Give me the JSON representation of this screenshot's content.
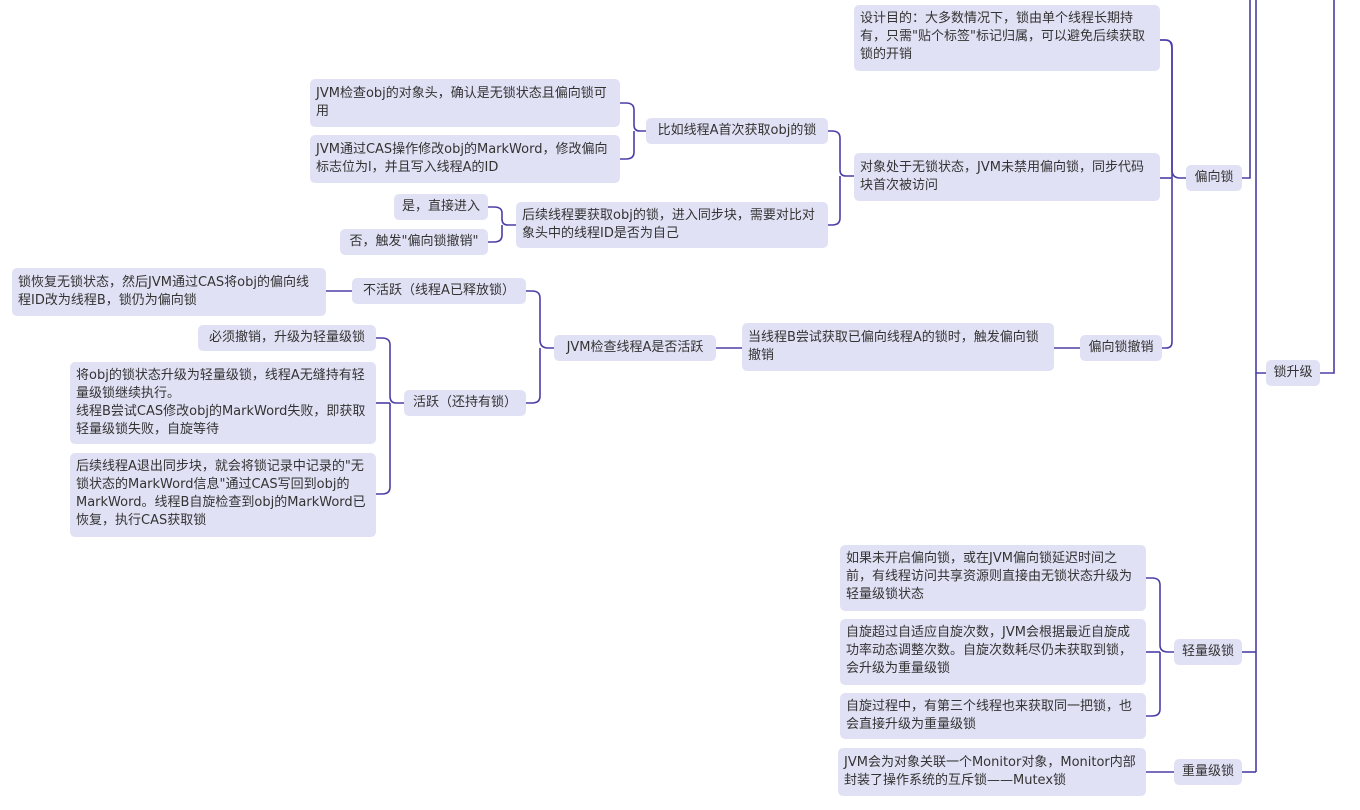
{
  "root": "锁升级",
  "branches": {
    "biased": "偏向锁",
    "biased_revoke": "偏向锁撤销",
    "lightweight": "轻量级锁",
    "heavyweight": "重量级锁"
  },
  "biased": {
    "purpose": "设计目的：大多数情况下，锁由单个线程长期持有，只需\"贴个标签\"标记归属，可以避免后续获取锁的开销",
    "condition": "对象处于无锁状态，JVM未禁用偏向锁，同步代码块首次被访问",
    "first_acquire": "比如线程A首次获取obj的锁",
    "check_header": "JVM检查obj的对象头，确认是无锁状态且偏向锁可用",
    "cas_markword": "JVM通过CAS操作修改obj的MarkWord，修改偏向标志位为l，并且写入线程A的ID",
    "subsequent": "后续线程要获取obj的锁，进入同步块，需要对比对象头中的线程ID是否为自己",
    "yes": "是，直接进入",
    "no": "否，触发\"偏向锁撤销\""
  },
  "revoke": {
    "trigger": "当线程B尝试获取已偏向线程A的锁时，触发偏向锁撤销",
    "check_alive": "JVM检查线程A是否活跃",
    "inactive": "不活跃（线程A已释放锁）",
    "inactive_result": "锁恢复无锁状态，然后JVM通过CAS将obj的偏向线程ID改为线程B，锁仍为偏向锁",
    "active": "活跃（还持有锁）",
    "must_revoke": "必须撤销，升级为轻量级锁",
    "upgrade": "将obj的锁状态升级为轻量级锁，线程A无缝持有轻量级锁继续执行。\n线程B尝试CAS修改obj的MarkWord失败，即获取轻量级锁失败，自旋等待",
    "exit_restore": "后续线程A退出同步块，就会将锁记录中记录的\"无锁状态的MarkWord信息\"通过CAS写回到obj的MarkWord。线程B自旋检查到obj的MarkWord已恢复，执行CAS获取锁"
  },
  "lightweight": {
    "no_biased": "如果未开启偏向锁，或在JVM偏向锁延迟时间之前，有线程访问共享资源则直接由无锁状态升级为轻量级锁状态",
    "spin_exceed": "自旋超过自适应自旋次数，JVM会根据最近自旋成功率动态调整次数。自旋次数耗尽仍未获取到锁，会升级为重量级锁",
    "third_thread": "自旋过程中，有第三个线程也来获取同一把锁，也会直接升级为重量级锁"
  },
  "heavyweight": {
    "monitor": "JVM会为对象关联一个Monitor对象，Monitor内部封装了操作系统的互斥锁——Mutex锁"
  },
  "colors": {
    "node_fill": "#e1e1f5",
    "edge": "#4b3fa6",
    "text": "#333333"
  }
}
